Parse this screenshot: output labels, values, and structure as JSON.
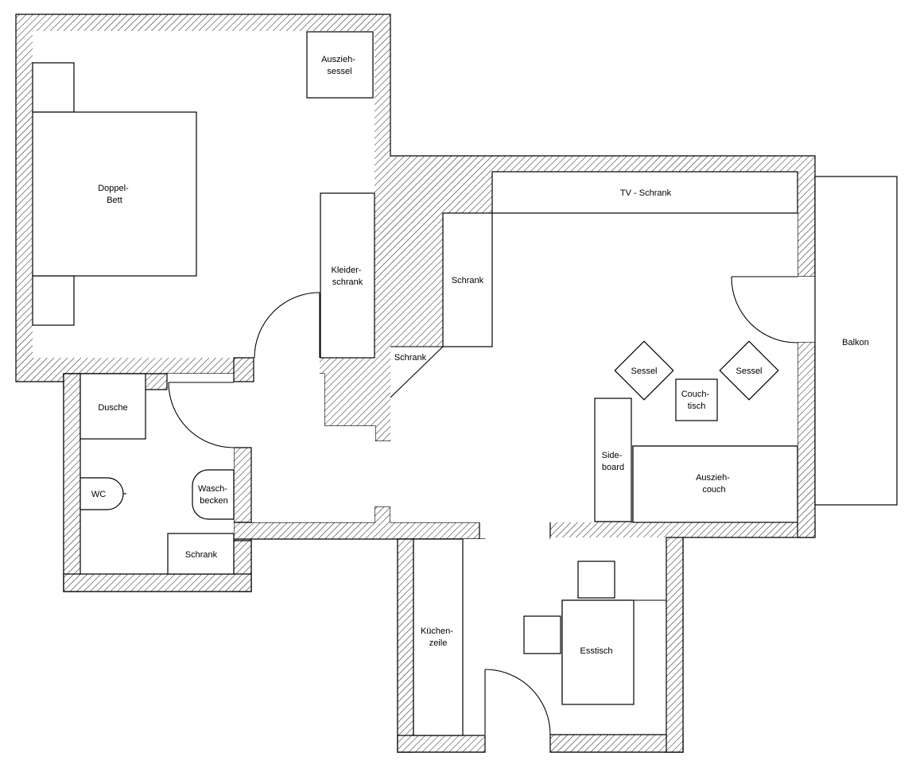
{
  "labels": {
    "auszieh_sessel": [
      "Auszieh-",
      "sessel"
    ],
    "doppel_bett": [
      "Doppel-",
      "Bett"
    ],
    "kleiderschrank": [
      "Kleider-",
      "schrank"
    ],
    "schrank_living": "Schrank",
    "schrank_corner": "Schrank",
    "tv_schrank": "TV - Schrank",
    "balkon": "Balkon",
    "sessel_left": "Sessel",
    "sessel_right": "Sessel",
    "couchtisch": [
      "Couch-",
      "tisch"
    ],
    "sideboard": [
      "Side-",
      "board"
    ],
    "auszieh_couch": [
      "Auszieh-",
      "couch"
    ],
    "dusche": "Dusche",
    "wc": "WC",
    "waschbecken": [
      "Wasch-",
      "becken"
    ],
    "schrank_bath": "Schrank",
    "kuechenzeile": [
      "Küchen-",
      "zeile"
    ],
    "esstisch": "Esstisch"
  },
  "colors": {
    "line": "#000000",
    "background": "#ffffff"
  }
}
